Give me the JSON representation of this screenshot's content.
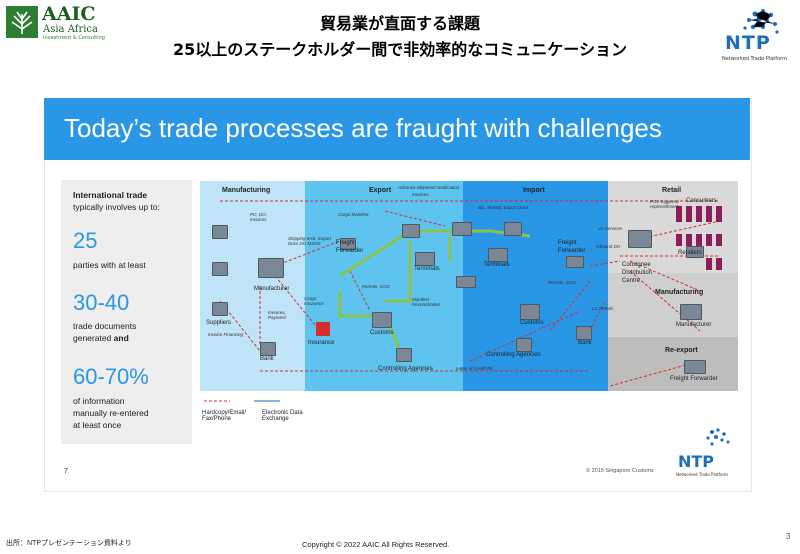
{
  "header": {
    "title_line1": "貿易業が直面する課題",
    "title_line2": "25以上のステークホルダー間で非効率的なコミュニケーション",
    "aaic": {
      "name": "AAIC",
      "sub1": "Asia Africa",
      "sub2": "Investment & Consulting"
    },
    "ntp": {
      "name": "NTP",
      "sub": "Networked Trade Platform"
    }
  },
  "slide": {
    "banner": "Today’s trade processes are fraught with challenges",
    "left_panel": {
      "intro_bold": "International trade",
      "intro_rest": "typically involves up to:",
      "stat1_num": "25",
      "stat1_text": "parties with at least",
      "stat2_num": "30-40",
      "stat2_line1": "trade documents",
      "stat2_line2a": "generated ",
      "stat2_line2b": "and",
      "stat3_num": "60-70%",
      "stat3_line1": "of information",
      "stat3_line2": "manually re-entered",
      "stat3_line3": "at least once"
    },
    "diagram": {
      "zones": {
        "manufacturing": "Manufacturing",
        "export": "Export",
        "import": "Import",
        "retail": "Retail",
        "manufacturing_right": "Manufacturing",
        "reexport": "Re-export"
      },
      "nodes": {
        "manufacturer": "Manufacturer",
        "suppliers": "Suppliers",
        "bank_left": "Bank",
        "insurance": "Insurance",
        "freight_forwarder_l1": "Freight",
        "freight_forwarder_l2": "Forwarder",
        "terminals_left": "Terminals",
        "terminals_right": "Terminals",
        "customs_left": "Customs",
        "controlling_left": "Controlling Agencies",
        "freight_forwarder_r1": "Freight",
        "freight_forwarder_r2": "Forwarder",
        "customs_right": "Customs",
        "controlling_right": "Controlling Agencies",
        "bank_right": "Bank",
        "consignee_l1": "Consignee",
        "consignee_l2": "Distribution",
        "consignee_l3": "Centre",
        "consumers": "Consumers",
        "retailers": "Retailers",
        "manufacturer_right": "Manufacturer",
        "freight_forwarder_right": "Freight Forwarder"
      },
      "annotations": {
        "adv_shipment": "Advance Shipment Notification",
        "invoices": "Invoices",
        "cargo_manifest": "Cargo Manifest",
        "bl_mawb": "B/L, MAWB, Export Docs",
        "po_di": "PO, DO, Invoices",
        "shipping_instr": "Shipping Instr. Export Docs DG MSDS",
        "cargo_insurance": "Cargo Insurance",
        "permits_coo": "Permits, COO",
        "manifest_recon": "Manifest Reconciliation",
        "invoices_payment": "Invoices, Payment",
        "invoice_financing": "Invoice Financing",
        "letter_of_credit": "Letter of Credit B/L",
        "pos_triggered": "POS triggered replenishment",
        "va_services": "VA Services",
        "inbound_do": "Inbound DO",
        "permits_coo_r": "Permits, COO",
        "lc_remits": "LC Remits"
      },
      "legend": {
        "hardcopy": "Hardcopy/Email/ Fax/Phone",
        "edi": "Electronic Data Exchange"
      },
      "colors": {
        "zone_light": "#bfe4f7",
        "zone_export": "#5ec4ef",
        "zone_import": "#2a96e6",
        "zone_retail": "#cfcfcf",
        "red_flow": "#d32f2f",
        "green_flow": "#8bc34a"
      }
    },
    "page_number": "7",
    "copyright": "© 2015 Singapore Customs",
    "ntp_small": {
      "name": "NTP",
      "sub": "Networked Trade Platform"
    }
  },
  "footer": {
    "source": "出所：NTPプレゼンテーション資料より",
    "copyright": "Copyright © 2022 AAIC All Rights Reserved.",
    "page": "3"
  }
}
